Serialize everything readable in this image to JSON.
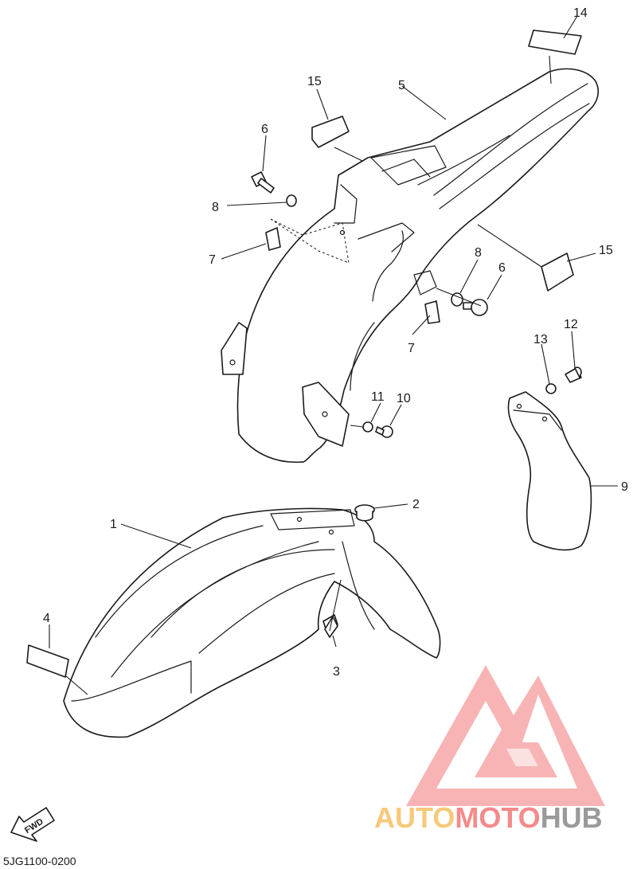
{
  "diagram": {
    "code": "5JG1100-0200",
    "fwd_label": "FWD",
    "callouts": [
      "1",
      "2",
      "3",
      "4",
      "5",
      "6",
      "6",
      "7",
      "7",
      "8",
      "8",
      "9",
      "10",
      "11",
      "12",
      "13",
      "14",
      "15",
      "15"
    ]
  },
  "watermark": {
    "parts": [
      "AUTO",
      "MOTO",
      "HUB"
    ],
    "colors": {
      "auto": "#f7c97a",
      "moto": "#f58a8a",
      "hub": "#9a9a9a",
      "triangle": "#f58a8a"
    }
  },
  "icons": {
    "fwd": "fwd-arrow-icon",
    "logo": "triangle-logo-icon"
  }
}
